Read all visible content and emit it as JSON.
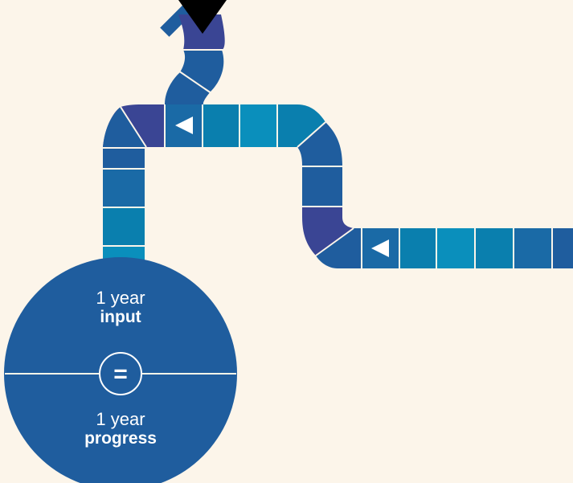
{
  "colors": {
    "background": "#fcf5ea",
    "dark_indigo": "#3a4594",
    "mid_blue": "#1f5d9e",
    "blue": "#1a6aa6",
    "teal": "#0a7fae",
    "light_teal": "#0a8fbc",
    "white": "#ffffff",
    "black": "#000000"
  },
  "icons": {
    "arrow_left": "left-triangle-icon",
    "equals": "equals-icon",
    "start": "down-arrow-icon"
  },
  "circle": {
    "top_line1": "1 year",
    "top_line2": "input",
    "equals_symbol": "=",
    "bottom_line1": "1 year",
    "bottom_line2": "progress"
  }
}
